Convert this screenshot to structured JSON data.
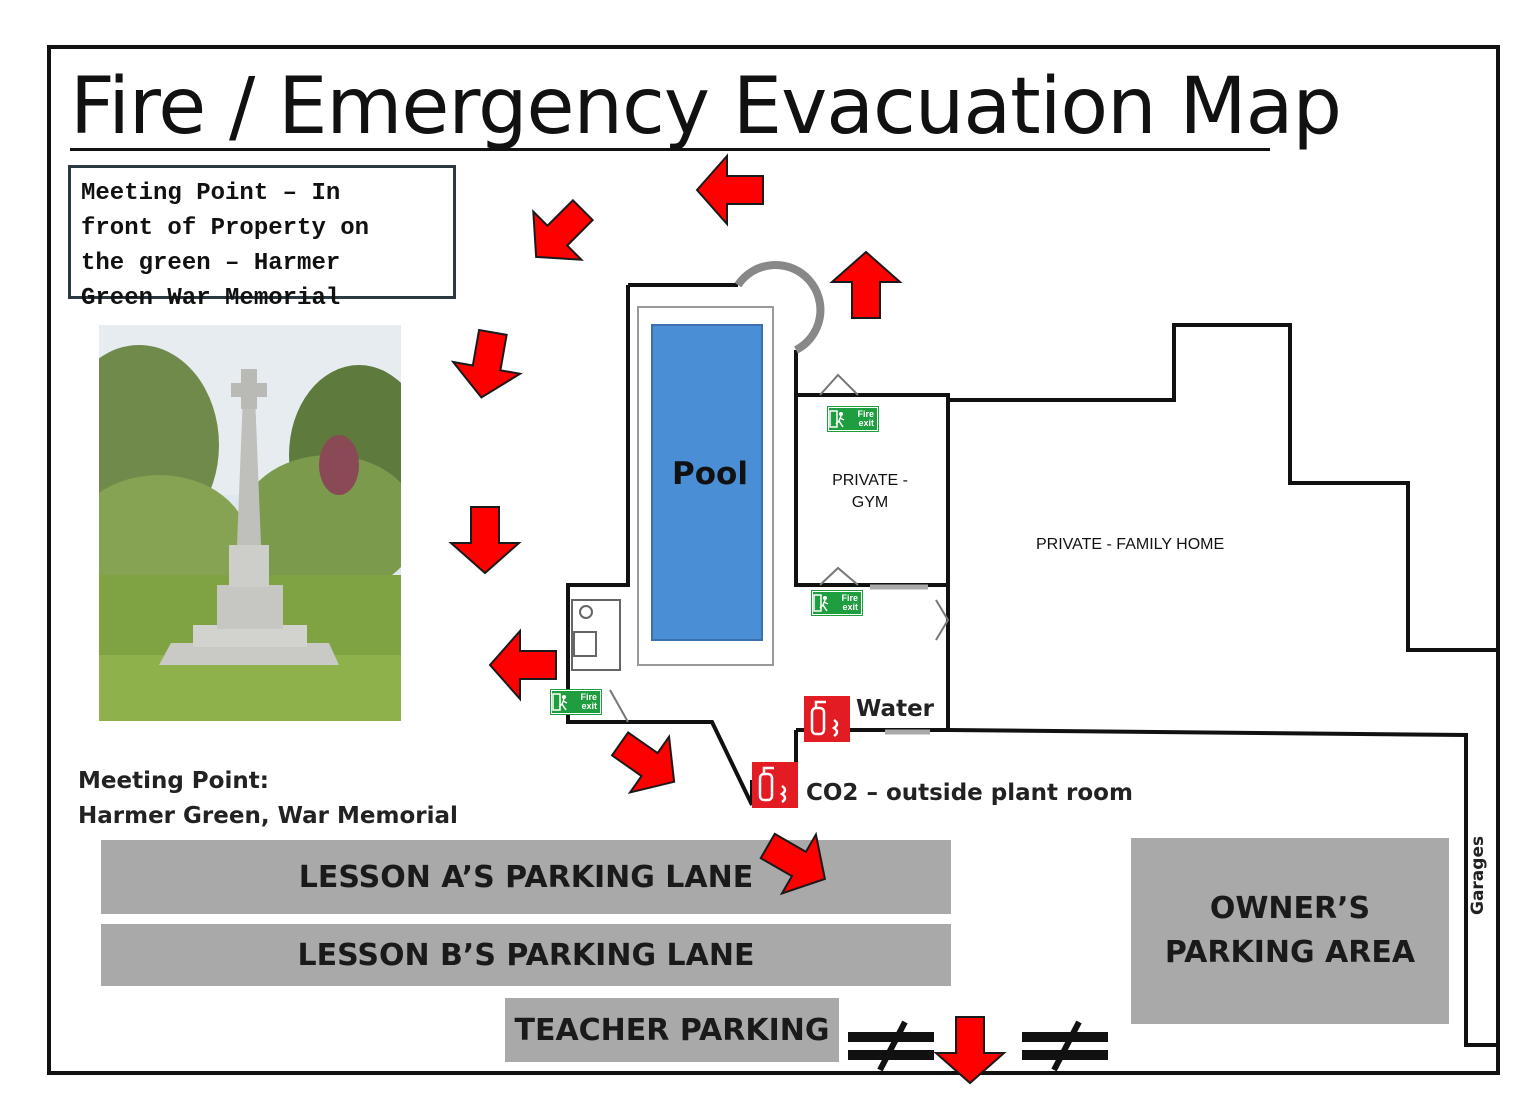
{
  "title": "Fire / Emergency Evacuation Map",
  "meeting_point_box": "Meeting Point – In\nfront of Property on\nthe green – Harmer\nGreen War Memorial",
  "meeting_point_caption": "Meeting Point:\nHarmer Green, War Memorial",
  "rooms": {
    "pool": "Pool",
    "gym": "PRIVATE -\nGYM",
    "family_home": "PRIVATE - FAMILY HOME"
  },
  "parking": {
    "lane_a": "LESSON A’S PARKING LANE",
    "lane_b": "LESSON B’S PARKING LANE",
    "teacher": "TEACHER PARKING",
    "owner": "OWNER’S\nPARKING AREA",
    "garages": "Garages"
  },
  "equipment": {
    "water": "Water",
    "co2": "CO2 – outside plant room"
  },
  "fire_exit_sign": "Fire\nexit",
  "colors": {
    "arrow_red": "#ff0000",
    "pool_blue": "#4a8fd6",
    "parking_grey": "#a9a9a9",
    "exit_green": "#1e9e3e",
    "extinguisher_red": "#e31b23"
  },
  "icons": [
    "evacuation-arrow-icon",
    "fire-exit-sign-icon",
    "fire-extinguisher-icon",
    "no-entry-gate-icon"
  ]
}
